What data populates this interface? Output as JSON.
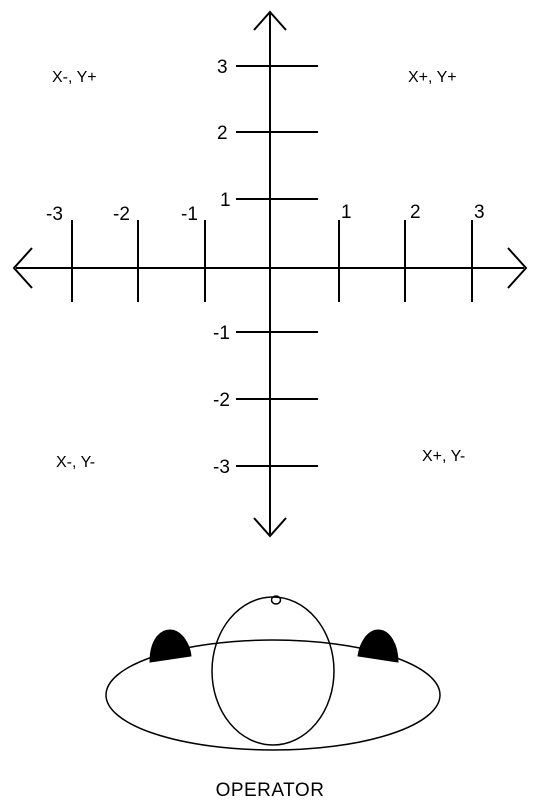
{
  "quadrants": {
    "top_left": "X-, Y+",
    "top_right": "X+, Y+",
    "bottom_left": "X-, Y-",
    "bottom_right": "X+, Y-"
  },
  "x_axis": {
    "tick_labels": [
      "-3",
      "-2",
      "-1",
      "1",
      "2",
      "3"
    ]
  },
  "y_axis": {
    "tick_labels": [
      "3",
      "2",
      "1",
      "-1",
      "-2",
      "-3"
    ]
  },
  "operator": {
    "label": "OPERATOR"
  }
}
